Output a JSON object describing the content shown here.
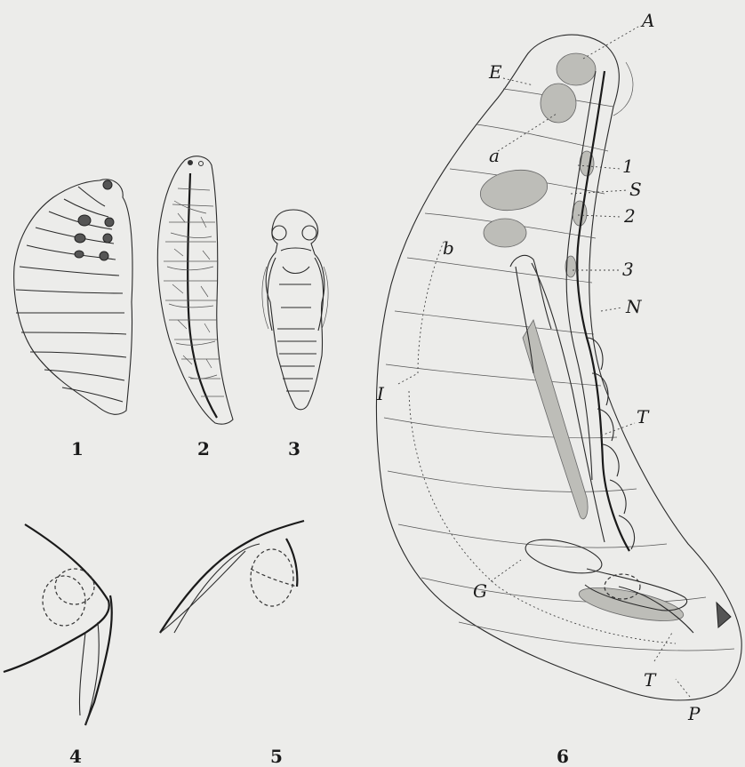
{
  "figure_numbers": [
    "1",
    "2",
    "3",
    "4",
    "5",
    "6"
  ],
  "labels": {
    "A": "A",
    "E": "E",
    "a": "a",
    "b": "b",
    "one": "1",
    "two": "2",
    "three": "3",
    "S": "S",
    "N": "N",
    "I": "I",
    "T_upper": "T",
    "G": "G",
    "T_lower": "T",
    "P": "P"
  },
  "colors": {
    "paper": "#ececea",
    "ink": "#1a1a1a",
    "shade": "#bdbdb8"
  }
}
